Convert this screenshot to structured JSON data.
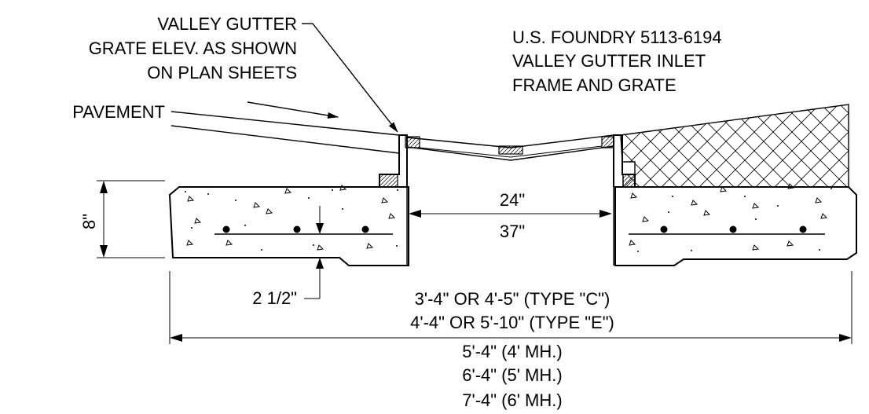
{
  "labels": {
    "valley_gutter": "VALLEY GUTTER",
    "grate_elev": "GRATE ELEV. AS SHOWN",
    "plan_sheets": "ON PLAN SHEETS",
    "foundry": "U.S. FOUNDRY 5113-6194",
    "inlet": "VALLEY GUTTER INLET",
    "frame_grate": "FRAME AND GRATE",
    "pavement": "PAVEMENT",
    "thickness": "8\"",
    "inner_dim": "24\"",
    "outer_dim": "37\"",
    "bar_cover": "2 1/2\"",
    "type_c": "3'-4\" OR 4'-5\" (TYPE \"C\")",
    "type_e": "4'-4\" OR 5'-10\" (TYPE \"E\")",
    "mh4": "5'-4\" (4' MH.)",
    "mh5": "6'-4\" (5' MH.)",
    "mh6": "7'-4\" (6' MH.)"
  }
}
